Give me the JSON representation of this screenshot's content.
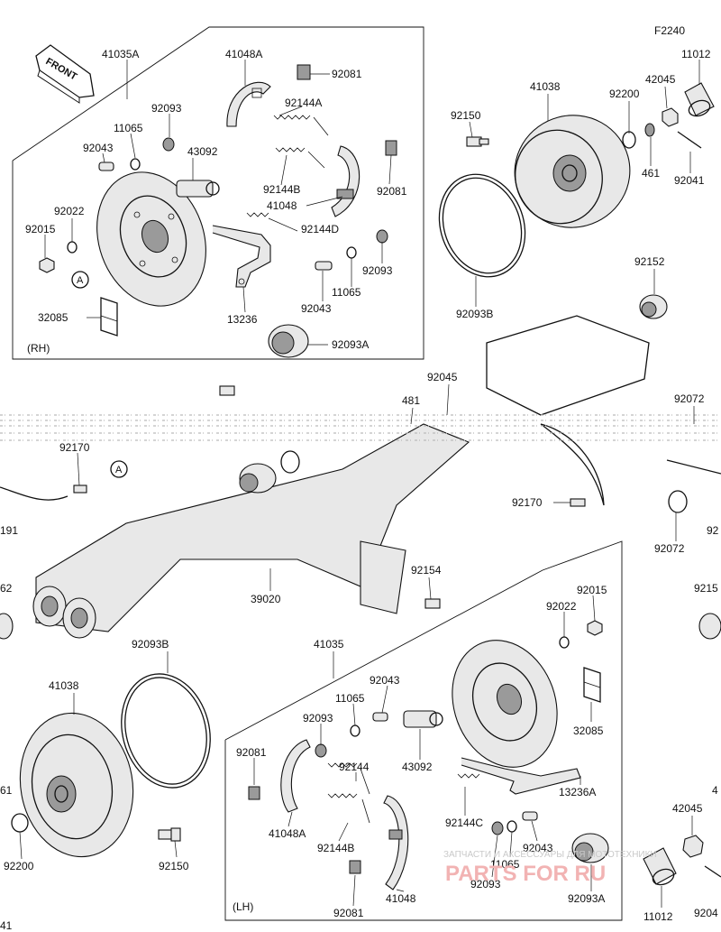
{
  "figure_code": "F2240",
  "front_label": "FRONT",
  "rh_label": "(RH)",
  "lh_label": "(LH)",
  "callout_a": "A",
  "watermark": {
    "line1": "ЗАПЧАСТИ И АКСЕССУАРЫ ДЛЯ МОТОТЕХНИКИ",
    "line2": "PARTS FOR RU"
  },
  "labels": {
    "p41035A": "41035A",
    "p41048A_rh": "41048A",
    "p92081_rh1": "92081",
    "p92144A": "92144A",
    "p92093_rh1": "92093",
    "p11065_rh1": "11065",
    "p92043_rh1": "92043",
    "p43092_rh": "43092",
    "p92022_rh": "92022",
    "p92015_rh": "92015",
    "p92144B_rh": "92144B",
    "p92081_rh2": "92081",
    "p41048_rh": "41048",
    "p92144D": "92144D",
    "p92093_rh2": "92093",
    "p11065_rh2": "11065",
    "p92043_rh2": "92043",
    "p13236": "13236",
    "p32085_rh": "32085",
    "p92093A_rh": "92093A",
    "p41038_top": "41038",
    "p92150_top": "92150",
    "p92200_top": "92200",
    "p42045_top": "42045",
    "p11012_top": "11012",
    "p461_top": "461",
    "p92041_top": "92041",
    "p92093B_top": "92093B",
    "p92152_top": "92152",
    "p92045": "92045",
    "p481": "481",
    "p92072_top": "92072",
    "p92170_left": "92170",
    "p191": "191",
    "p92170_mid": "92170",
    "p92072_mid": "92072",
    "p62": "62",
    "p39020": "39020",
    "p92154": "92154",
    "p92015_lh": "92015",
    "p92022_lh": "92022",
    "p92093B_bot": "92093B",
    "p41035": "41035",
    "p41038_bot": "41038",
    "p92043_lh1": "92043",
    "p11065_lh1": "11065",
    "p92093_lh1": "92093",
    "p32085_lh": "32085",
    "p92081_lh1": "92081",
    "p43092_lh": "43092",
    "p92144": "92144",
    "p41048A_lh": "41048A",
    "p13236A": "13236A",
    "p92144C": "92144C",
    "p42045_bot": "42045",
    "p92144B_lh": "92144B",
    "p92043_lh2": "92043",
    "p11065_lh2": "11065",
    "p61": "61",
    "p92200_bot": "92200",
    "p92150_bot": "92150",
    "p92093_lh2": "92093",
    "p92093A_lh": "92093A",
    "p92081_lh2": "92081",
    "p41048_lh": "41048",
    "p11012_bot": "11012",
    "p41": "41",
    "p4_right": "4",
    "p9215_right": "9215",
    "p92_right": "92",
    "p9204_right": "9204"
  }
}
